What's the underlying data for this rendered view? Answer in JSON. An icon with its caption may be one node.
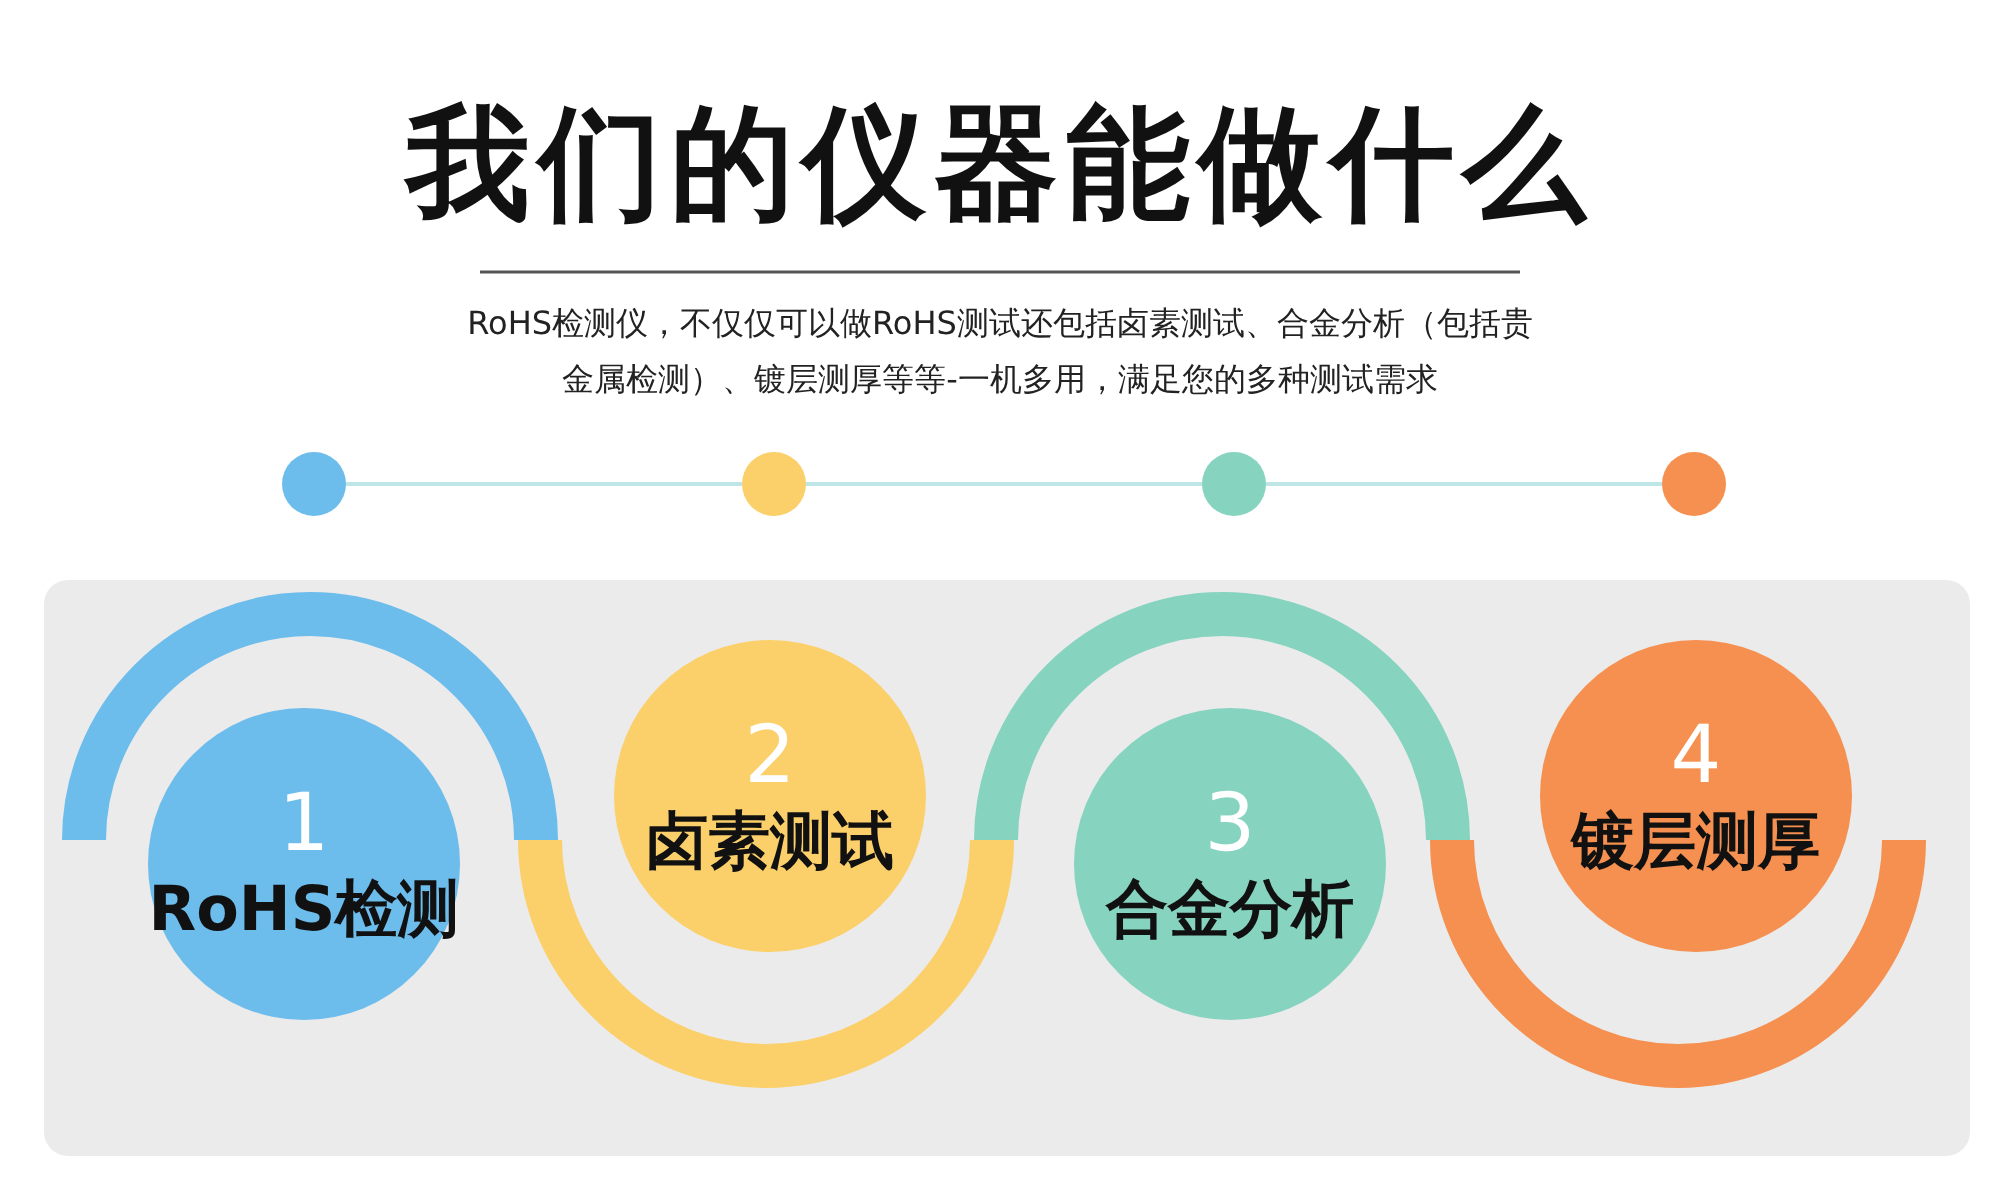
{
  "diagram": {
    "title": "我们的仪器能做什么",
    "nodes": [
      {
        "text": [],
        "shape": "circle"
      },
      {
        "text": [],
        "shape": "circle"
      },
      {
        "text": [],
        "shape": "circle"
      },
      {
        "text": [],
        "shape": "circle"
      },
      {
        "text": [
          "1",
          "RoHS检测"
        ]
      },
      {
        "text": [
          "2",
          "卤素测试"
        ]
      },
      {
        "text": [
          "3",
          "合金分析"
        ]
      },
      {
        "text": [
          "4",
          "镀层测厚"
        ]
      }
    ],
    "edges": [
      {
        "from": 0,
        "to": 1,
        "arrow": "none"
      },
      {
        "from": 1,
        "to": 2,
        "arrow": "none"
      },
      {
        "from": 2,
        "to": 3,
        "arrow": "none"
      }
    ],
    "labels": [
      "RoHS检测仪，不仅仅可以做RoHS测试还包括卤素测试、合金分析（包括贵金属检测）、镀层测厚等等-一机多用，满足您的多种测试需求"
    ]
  }
}
